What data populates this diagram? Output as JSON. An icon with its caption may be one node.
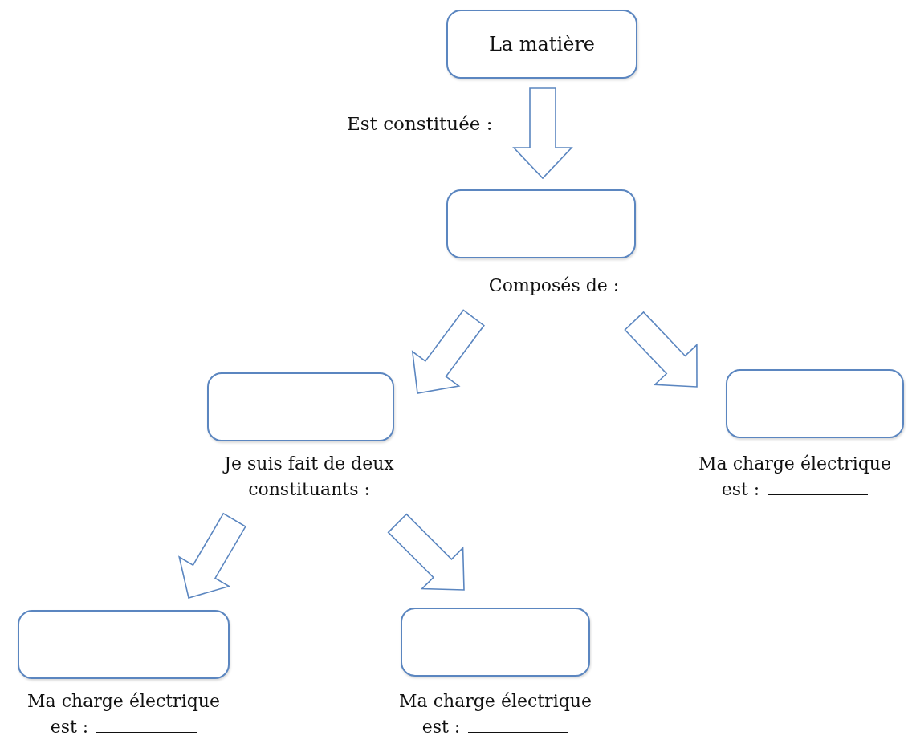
{
  "diagram": {
    "nodes": [
      {
        "text": [
          "La matière"
        ]
      },
      {
        "text": [],
        "shape": "box",
        "beside": [
          "Composés de :"
        ]
      },
      {
        "text": [],
        "shape": "box",
        "beside": [
          "Je suis fait de deux constituants :"
        ]
      },
      {
        "text": [],
        "shape": "box",
        "beside": [
          "Ma charge électrique est :"
        ]
      },
      {
        "text": [],
        "shape": "box",
        "beside": [
          "Ma charge électrique est :"
        ]
      },
      {
        "text": [],
        "shape": "box",
        "beside": [
          "Ma charge électrique est :"
        ]
      }
    ],
    "edges": [
      {
        "from": 0,
        "to": 1,
        "arrow": "to",
        "label": "Est constituée :"
      },
      {
        "from": 1,
        "to": 2,
        "arrow": "to"
      },
      {
        "from": 1,
        "to": 3,
        "arrow": "to"
      },
      {
        "from": 2,
        "to": 4,
        "arrow": "to"
      },
      {
        "from": 2,
        "to": 5,
        "arrow": "to"
      }
    ]
  }
}
